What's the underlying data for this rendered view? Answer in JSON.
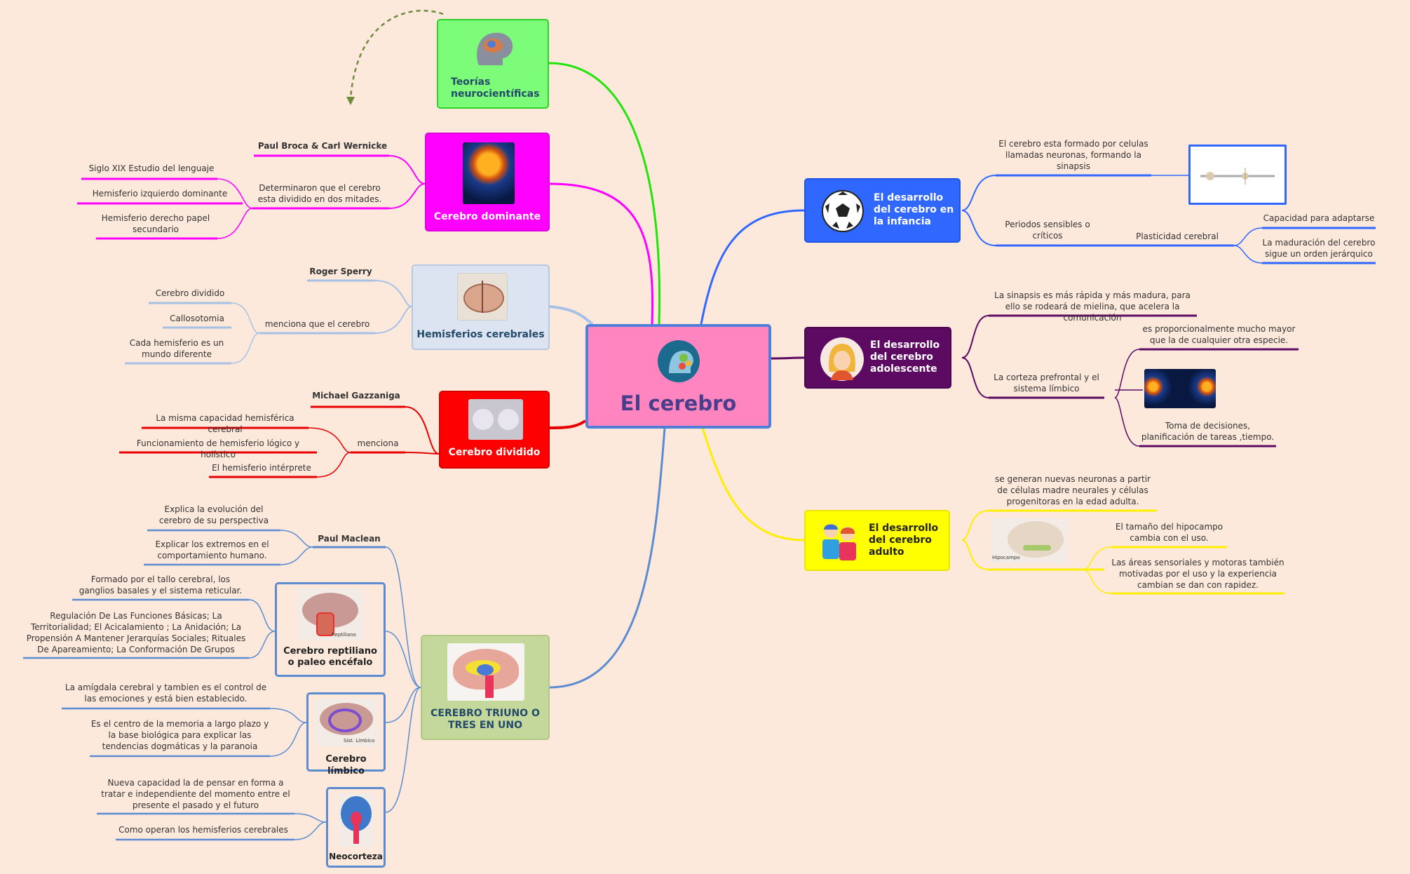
{
  "center": {
    "title": "El cerebro"
  },
  "left": {
    "teorias": {
      "title": "Teorías neurocientíficas"
    },
    "dominante": {
      "title": "Cerebro dominante",
      "authors": "Paul Broca  & Carl Wernicke",
      "finding": "Determinaron que el cerebro esta dividido en dos mitades.",
      "items": [
        "Siglo XIX  Estudio del lenguaje",
        "Hemisferio izquierdo dominante",
        "Hemisferio derecho papel secundario"
      ]
    },
    "hemisferios": {
      "title": "Hemisferios cerebrales",
      "author": "Roger Sperry",
      "finding": "menciona que el cerebro",
      "items": [
        "Cerebro dividido",
        "Callosotomia",
        "Cada hemisferio es un mundo diferente"
      ]
    },
    "dividido": {
      "title": "Cerebro dividido",
      "author": "Michael Gazzaniga",
      "finding": "menciona",
      "items": [
        "La misma capacidad hemisférica cerebral",
        "Funcionamiento de hemisferio lógico y holístico",
        "El hemisferio intérprete"
      ]
    },
    "triuno": {
      "title": "CEREBRO TRIUNO O TRES EN UNO",
      "author": "Paul Maclean",
      "author_items": [
        "Explica la evolución del cerebro de su perspectiva",
        "Explicar los extremos en el comportamiento humano."
      ],
      "reptiliano": {
        "title": "Cerebro reptiliano o paleo encéfalo",
        "img_label": "Reptiliano",
        "items": [
          "Formado por el tallo cerebral, los ganglios basales y el sistema reticular.",
          "Regulación De Las Funciones Básicas; La Territorialidad; El Acicalamiento ; La Anidación; La Propensión A Mantener Jerarquías Sociales; Rituales De Apareamiento; La Conformación De Grupos"
        ]
      },
      "limbico": {
        "title": "Cerebro límbico",
        "img_label": "Sist. Límbico",
        "items": [
          "La amígdala cerebral y tambien es el control de las emociones y está bien establecido.",
          "Es el centro de la memoria a largo plazo y la base biológica para explicar las tendencias dogmáticas y la paranoia"
        ]
      },
      "neocorteza": {
        "title": "Neocorteza",
        "items": [
          "Nueva capacidad la de pensar en forma a tratar e independiente del momento entre el presente el pasado y el futuro",
          "Como operan los hemisferios cerebrales"
        ]
      }
    }
  },
  "right": {
    "infancia": {
      "title": "El desarrollo del cerebro en la infancia",
      "neurons": "El cerebro esta formado por celulas llamadas neuronas, formando la sinapsis",
      "periodos": "Periodos sensibles o críticos",
      "plasticidad": "Plasticidad cerebral",
      "plasticidad_items": [
        "Capacidad para adaptarse",
        "La maduración del cerebro sigue un orden jerárquico"
      ]
    },
    "adolescente": {
      "title": "El desarrollo del cerebro adolescente",
      "sinapsis": "La sinapsis es  más rápida y más madura, para ello se rodeará de mielina, que acelera la comunicación",
      "corteza": "La corteza prefrontal y el sistema límbico",
      "corteza_items": [
        "es proporcionalmente mucho mayor que la de cualquier otra especie.",
        "Toma de decisiones, planificación de tareas ,tiempo."
      ]
    },
    "adulto": {
      "title": "El desarrollo del cerebro adulto",
      "neurogenesis": "se generan nuevas neuronas a partir de células madre neurales y células progenitoras en la edad adulta.",
      "img_label": "Hipocampo",
      "items": [
        "El tamaño del hipocampo cambia con el uso.",
        "Las áreas sensoriales y motoras también motivadas por el uso y la experiencia cambian  se dan con rapidez."
      ]
    }
  },
  "colors": {
    "background": "#fde9db",
    "center": "#ff85c0",
    "teorias": "#7dfc7a",
    "dominante": "#ff00ff",
    "hemisferios": "#dbe4f0",
    "dividido": "#ff0000",
    "triuno": "#c5d89b",
    "infancia": "#3068ff",
    "adolescente": "#5d0a63",
    "adulto": "#ffff00"
  }
}
